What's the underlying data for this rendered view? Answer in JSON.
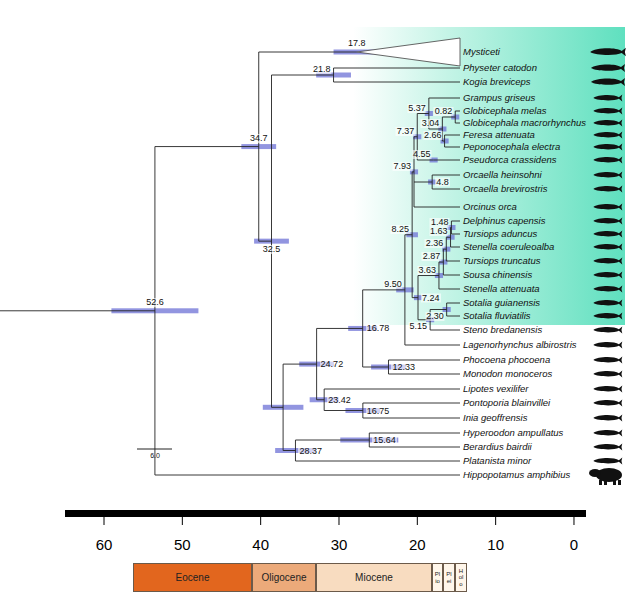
{
  "diagram": {
    "nodes": [
      {
        "text": [
          "Eocene"
        ]
      },
      {
        "text": [
          "Oligocene"
        ]
      },
      {
        "text": [
          "Miocene"
        ]
      },
      {
        "text": [
          "Plio"
        ]
      },
      {
        "text": [
          "Plei"
        ]
      },
      {
        "text": [
          "Holo"
        ]
      }
    ],
    "labels": [
      "Mysticeti",
      "Physeter catodon",
      "Kogia breviceps",
      "Grampus griseus",
      "Globicephala melas",
      "Globicephala macrorhynchus",
      "Feresa attenuata",
      "Peponocephala electra",
      "Pseudorca crassidens",
      "Orcaella heinsohni",
      "Orcaella brevirostris",
      "Orcinus orca",
      "Delphinus capensis",
      "Tursiops aduncus",
      "Stenella coeruleoalba",
      "Tursiops truncatus",
      "Sousa chinensis",
      "Stenella attenuata",
      "Sotalia guianensis",
      "Sotalia fluviatilis",
      "Steno bredanensis",
      "Lagenorhynchus albirostris",
      "Phocoena phocoena",
      "Monodon monoceros",
      "Lipotes vexilifer",
      "Pontoporia blainvillei",
      "Inia geoffrensis",
      "Hyperoodon ampullatus",
      "Berardius bairdii",
      "Platanista minor",
      "Hippopotamus amphibius",
      "17.8",
      "21.8",
      "34.7",
      "32.5",
      "52.6",
      "5.37",
      "0.82",
      "3.04",
      "2.66",
      "7.37",
      "4.55",
      "7.93",
      "4.8",
      "8.25",
      "1.48",
      "1.63",
      "2.36",
      "2.87",
      "3.63",
      "7.24",
      "9.50",
      "2.30",
      "5.15",
      "16.78",
      "12.33",
      "24.72",
      "23.42",
      "16.75",
      "28.37",
      "15.64",
      "6.0",
      "60",
      "50",
      "40",
      "30",
      "20",
      "10",
      "0"
    ]
  }
}
